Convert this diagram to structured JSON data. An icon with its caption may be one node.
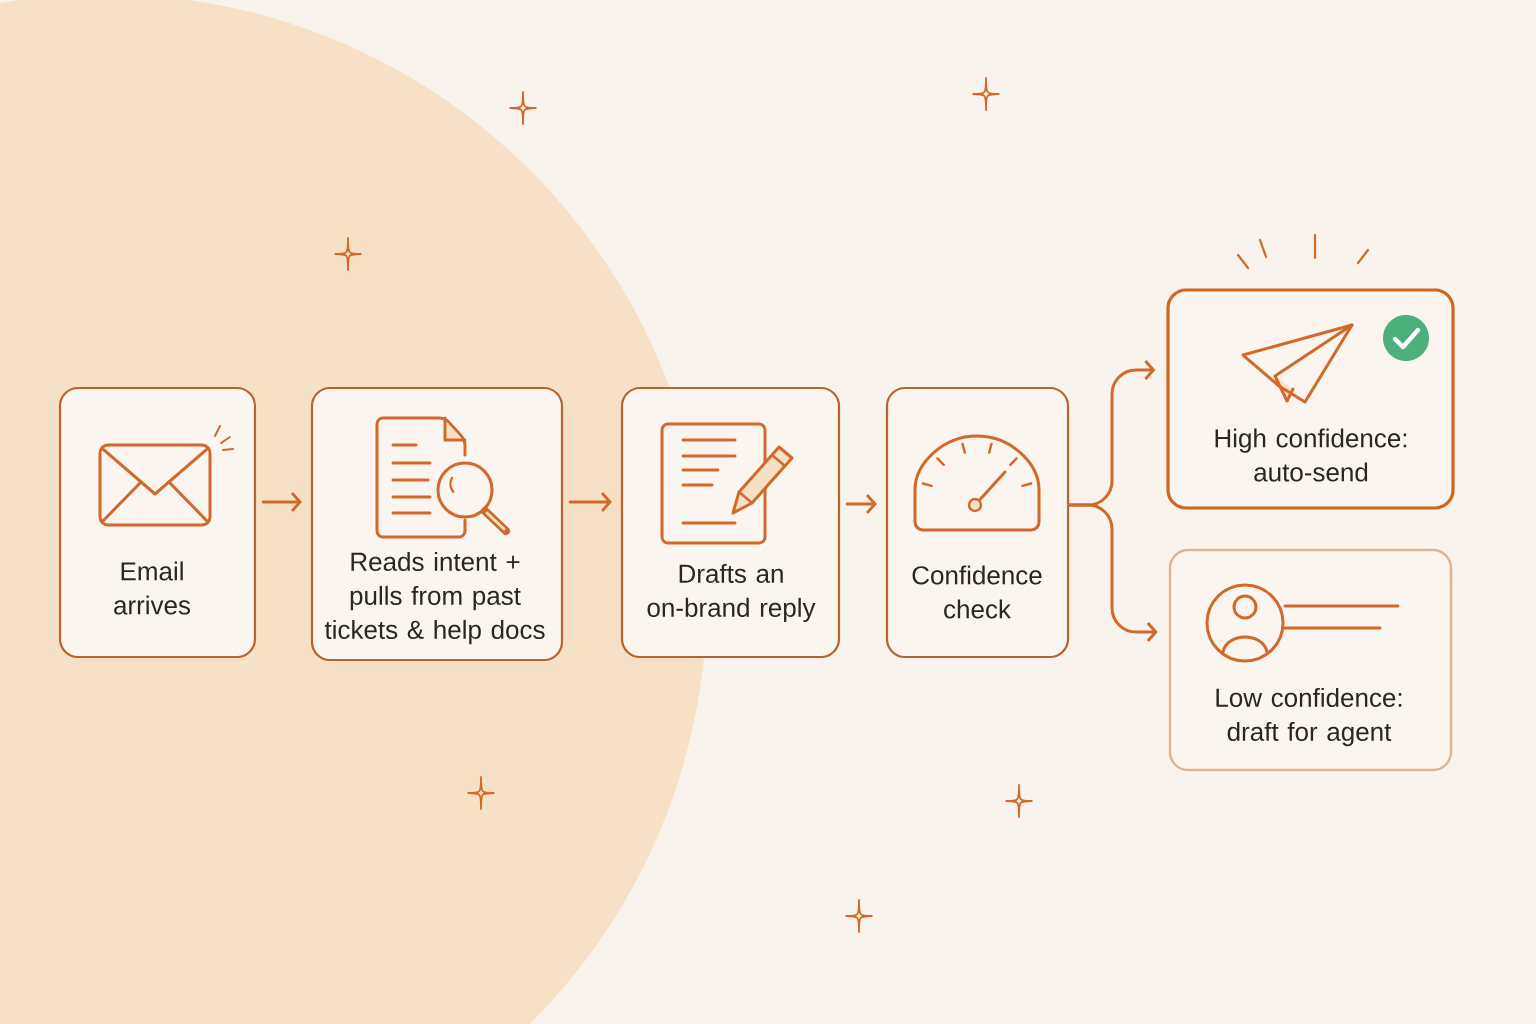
{
  "diagram": {
    "nodes": [
      {
        "text": [
          "Email arrives"
        ]
      },
      {
        "text": [
          "Reads intent + pulls from past tickets & help docs"
        ]
      },
      {
        "text": [
          "Drafts an on-brand reply"
        ]
      },
      {
        "text": [
          "Confidence check"
        ]
      },
      {
        "text": [
          "High confidence: auto-send"
        ]
      },
      {
        "text": [
          "Low confidence: draft for agent"
        ]
      }
    ],
    "edges": [
      {
        "from": 0,
        "to": 1,
        "arrow": "to"
      },
      {
        "from": 1,
        "to": 2,
        "arrow": "to"
      },
      {
        "from": 2,
        "to": 3,
        "arrow": "to"
      },
      {
        "from": 3,
        "to": 4,
        "arrow": "to"
      },
      {
        "from": 3,
        "to": 5,
        "arrow": "to"
      }
    ]
  }
}
